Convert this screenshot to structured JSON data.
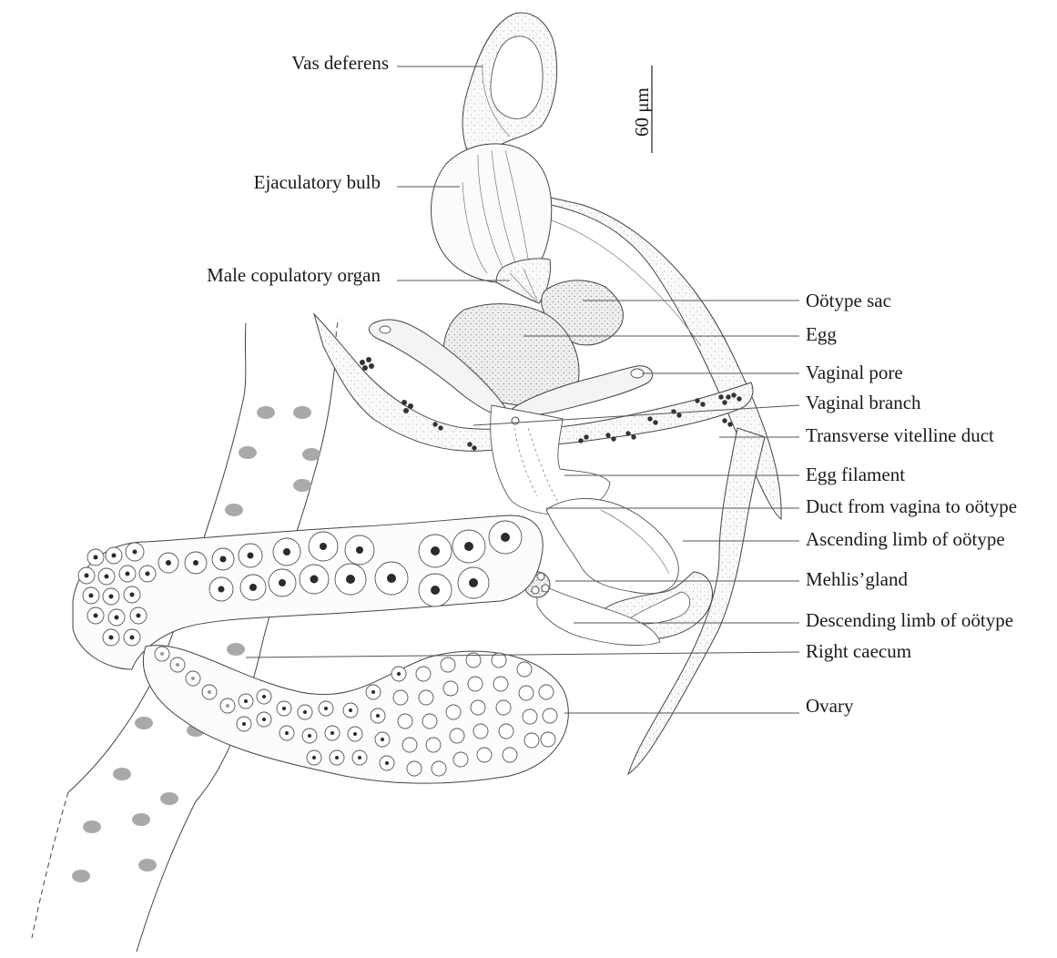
{
  "figure": {
    "scale_bar": {
      "label": "60 μm"
    },
    "labels": {
      "vas_deferens": "Vas deferens",
      "ejaculatory_bulb": "Ejaculatory bulb",
      "male_copulatory_organ": "Male copulatory organ",
      "ootype_sac": "Oötype sac",
      "egg": "Egg",
      "vaginal_pore": "Vaginal pore",
      "vaginal_branch": "Vaginal branch",
      "transverse_vitelline_duct": "Transverse vitelline duct",
      "egg_filament": "Egg filament",
      "duct_vagina_ootype": "Duct from vagina to oötype",
      "ascending_limb": "Ascending limb of oötype",
      "mehlis_gland": "Mehlis’gland",
      "descending_limb": "Descending limb of oötype",
      "right_caecum": "Right caecum",
      "ovary": "Ovary"
    }
  }
}
